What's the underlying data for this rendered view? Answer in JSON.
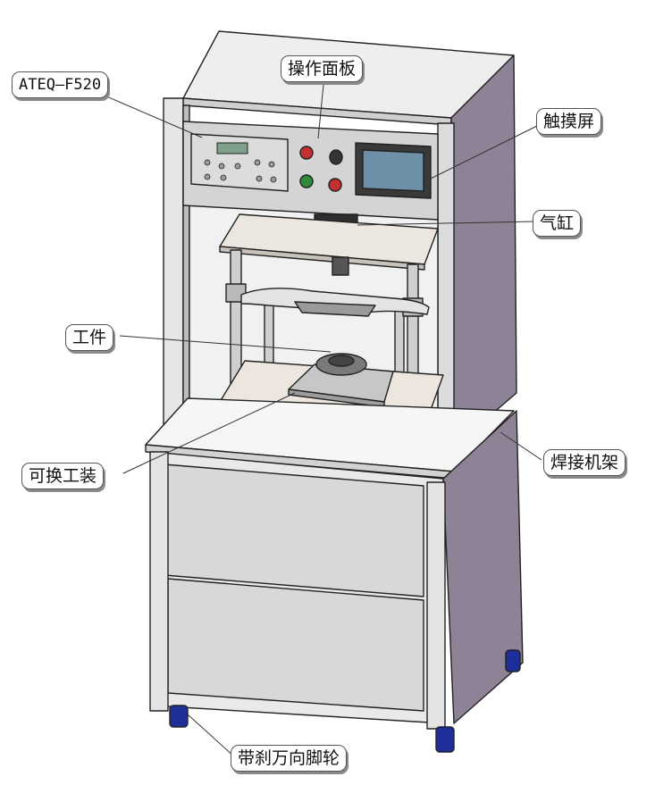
{
  "labels": {
    "controller": "ATEQ—F520",
    "panel": "操作面板",
    "touchscreen": "触摸屏",
    "cylinder": "气缸",
    "workpiece": "工件",
    "fixture": "可换工装",
    "frame": "焊接机架",
    "casters": "带刹万向脚轮"
  },
  "colors": {
    "frame_purple": "#8e8296",
    "panel_gray": "#d4d4d4",
    "outline": "#222222",
    "screen": "#6d8fa8",
    "button_red": "#c23030",
    "button_green": "#2f8a3a",
    "caster_blue": "#1e2f9a"
  }
}
